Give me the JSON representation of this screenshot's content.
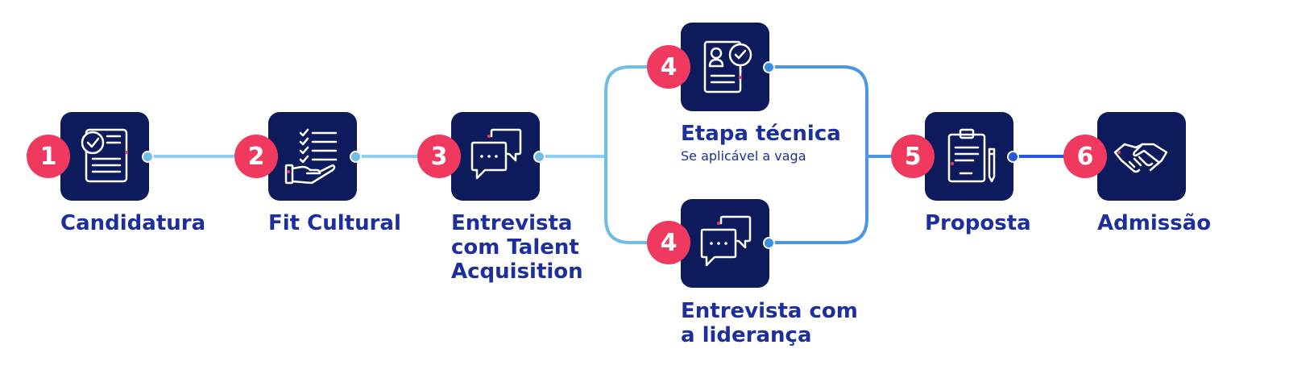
{
  "colors": {
    "box": "#0d1b5c",
    "badge": "#f0395e",
    "text": "#1c2f9a",
    "line_light": "#8fd0f0",
    "line_mid": "#4a97e6",
    "line_blue": "#2a55e0"
  },
  "steps": [
    {
      "number": "1",
      "label_lines": [
        "Candidatura"
      ],
      "icon": "document-check-icon"
    },
    {
      "number": "2",
      "label_lines": [
        "Fit Cultural"
      ],
      "icon": "checklist-hand-icon"
    },
    {
      "number": "3",
      "label_lines": [
        "Entrevista",
        "com Talent",
        "Acquisition"
      ],
      "icon": "chat-bubbles-icon"
    },
    {
      "number": "4",
      "label_lines": [
        "Etapa técnica"
      ],
      "sublabel": "Se aplicável a vaga",
      "icon": "profile-check-icon"
    },
    {
      "number": "4",
      "label_lines": [
        "Entrevista com",
        "a liderança"
      ],
      "icon": "chat-bubbles-icon"
    },
    {
      "number": "5",
      "label_lines": [
        "Proposta"
      ],
      "icon": "clipboard-pen-icon"
    },
    {
      "number": "6",
      "label_lines": [
        "Admissão"
      ],
      "icon": "handshake-icon"
    }
  ]
}
